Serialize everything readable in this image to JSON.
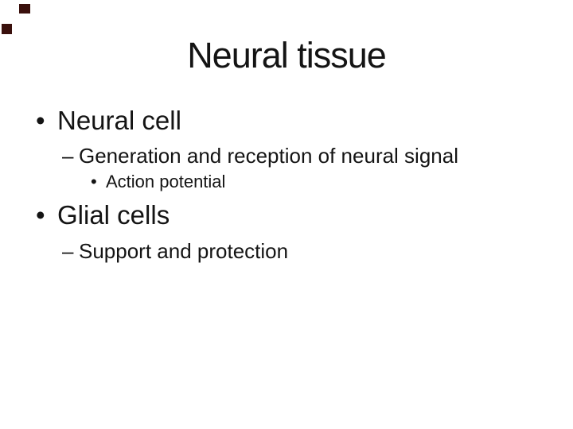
{
  "slide": {
    "title": "Neural tissue",
    "bullets": [
      {
        "level": 1,
        "marker": "•",
        "text": "Neural cell"
      },
      {
        "level": 2,
        "marker": "–",
        "text": "Generation and reception of neural signal"
      },
      {
        "level": 3,
        "marker": "•",
        "text": "Action potential"
      },
      {
        "level": 1,
        "marker": "•",
        "text": "Glial cells"
      },
      {
        "level": 2,
        "marker": "–",
        "text": "Support and protection"
      }
    ],
    "artifacts": [
      {
        "name": "dark-square-top",
        "color": "#3a100c"
      },
      {
        "name": "dark-square-left",
        "color": "#3a100c"
      }
    ],
    "colors": {
      "background": "#ffffff",
      "text": "#141414"
    }
  }
}
